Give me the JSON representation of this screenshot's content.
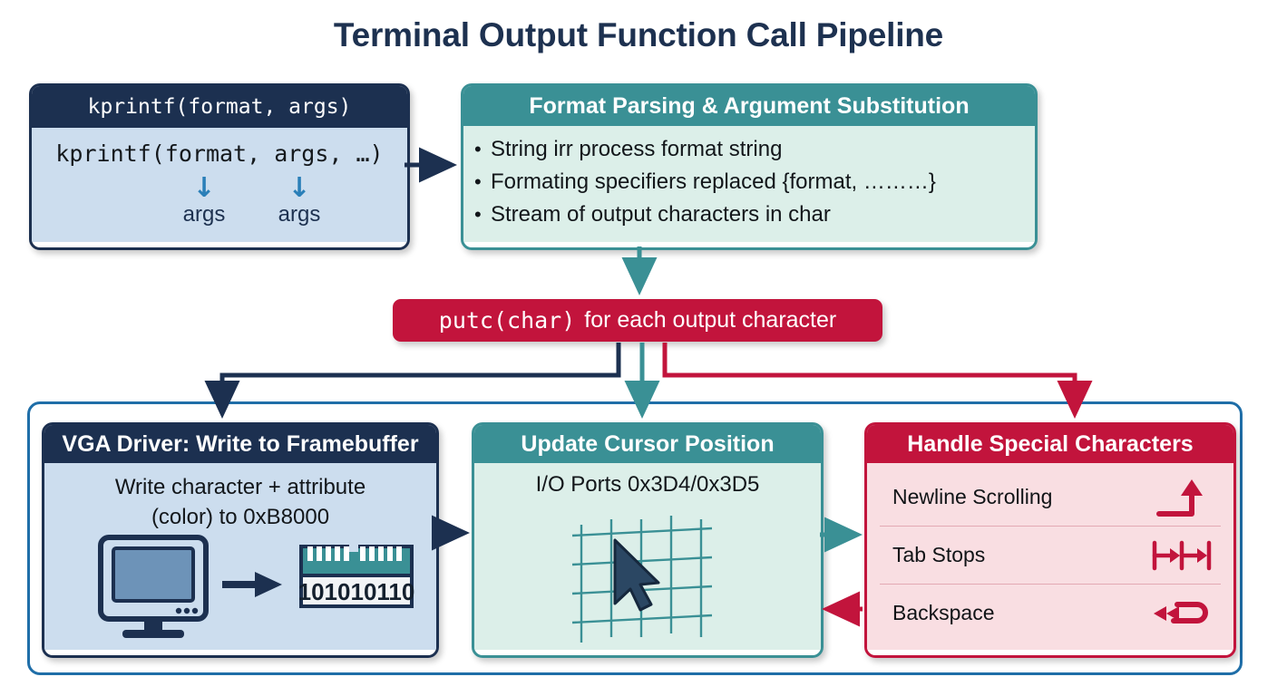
{
  "title": "Terminal Output Function Call Pipeline",
  "kprintf": {
    "header": "kprintf(format, args)",
    "signature": "kprintf(format, args, …)",
    "arrow_glyph": "↓",
    "arg1_label": "args",
    "arg2_label": "args"
  },
  "format_parsing": {
    "header": "Format Parsing & Argument Substitution",
    "bullets": [
      "String irr process format string",
      "Formating specifiers replaced {format, ………}",
      "Stream of output characters in char"
    ]
  },
  "putc": {
    "code": "putc(char)",
    "text": "for each output character"
  },
  "vga": {
    "header": "VGA Driver: Write to Framebuffer",
    "line1": "Write character + attribute",
    "line2": "(color) to 0xB8000",
    "chip_bits": "101010110",
    "monitor_icon": "monitor-icon",
    "chip_icon": "memory-chip-icon",
    "flow_arrow_icon": "arrow-right-icon"
  },
  "cursor": {
    "header": "Update Cursor Position",
    "ports": "I/O Ports 0x3D4/0x3D5",
    "grid_icon": "grid-icon",
    "pointer_icon": "mouse-pointer-icon"
  },
  "special": {
    "header": "Handle Special Characters",
    "rows": [
      {
        "label": "Newline Scrolling",
        "icon": "newline-scroll-icon"
      },
      {
        "label": "Tab Stops",
        "icon": "tab-stops-icon"
      },
      {
        "label": "Backspace",
        "icon": "backspace-icon"
      }
    ]
  },
  "colors": {
    "navy": "#1c3050",
    "navy_body": "#ccddee",
    "teal": "#3a9095",
    "teal_body": "#dcefe9",
    "crimson": "#c2143c",
    "crimson_body": "#f9dee2",
    "container_border": "#1f6ea8",
    "title_text": "#1d3150",
    "arg_arrow": "#2a7fb8"
  },
  "connectors": [
    {
      "name": "kprintf-to-format",
      "color": "#1c3050"
    },
    {
      "name": "format-to-putc",
      "color": "#3a9095"
    },
    {
      "name": "putc-to-vga",
      "color": "#1c3050"
    },
    {
      "name": "putc-to-cursor",
      "color": "#3a9095"
    },
    {
      "name": "putc-to-special",
      "color": "#c2143c"
    },
    {
      "name": "vga-to-cursor",
      "color": "#1c3050"
    },
    {
      "name": "cursor-to-special",
      "color": "#3a9095"
    },
    {
      "name": "special-to-cursor",
      "color": "#c2143c"
    }
  ]
}
